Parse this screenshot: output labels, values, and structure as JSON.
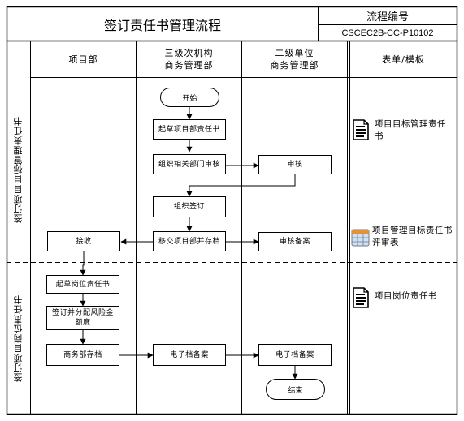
{
  "header": {
    "title": "签订责任书管理流程",
    "code_label": "流程编号",
    "code_value": "CSCEC2B-CC-P10102"
  },
  "columns": [
    "项目部",
    "三级次机构\n商务管理部",
    "二级单位\n商务管理部",
    "表单/模板"
  ],
  "lanes": [
    "签订项目目标管理责任书",
    "签订项目岗位责任书"
  ],
  "nodes": {
    "start": "开始",
    "draft_dept": "起草项目部责任书",
    "organize_review": "组织相关部门审核",
    "review": "审核",
    "organize_sign": "组织签订",
    "transfer_archive": "移交项目部并存档",
    "receive": "接收",
    "review_record": "审核备案",
    "draft_post": "起草岗位责任书",
    "sign_allocate": "签订并分配风险金额度",
    "business_archive": "商务部存档",
    "e_archive_3": "电子档备案",
    "e_archive_2": "电子档备案",
    "end": "结束"
  },
  "forms": {
    "form1": "项目目标管理责任书",
    "form2": "项目管理目标责任书评审表",
    "form3": "项目岗位责任书"
  },
  "icons": [
    "document-icon",
    "spreadsheet-icon",
    "document-icon"
  ]
}
